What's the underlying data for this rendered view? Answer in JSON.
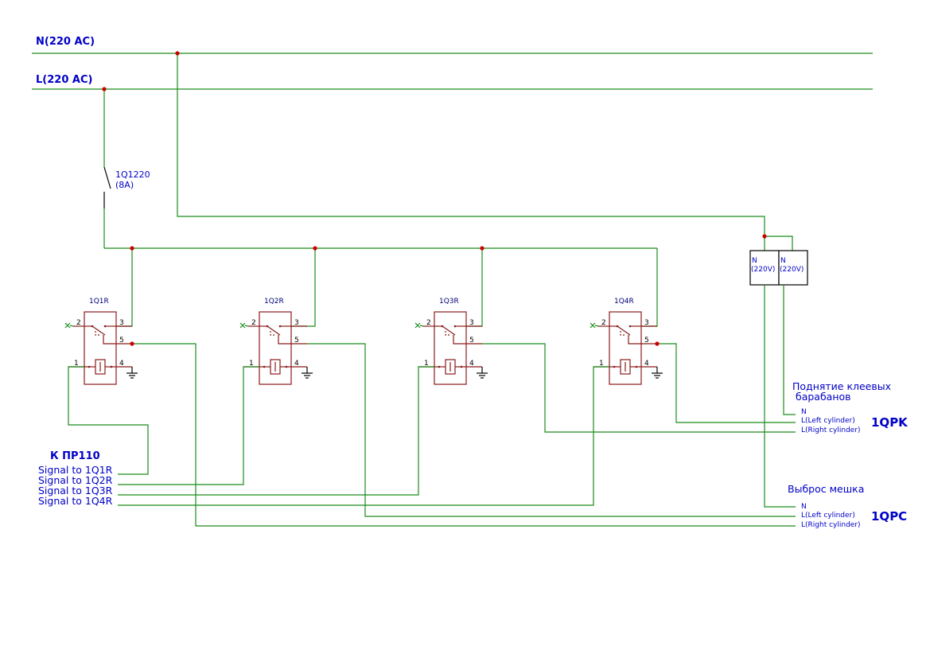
{
  "bus": {
    "neutral_label": "N(220 AC)",
    "line_label": "L(220 AC)"
  },
  "breaker": {
    "name": "1Q1220",
    "rating": "(8A)"
  },
  "relays": [
    {
      "name": "1Q1R",
      "pins": [
        "2",
        "3",
        "5",
        "1",
        "4"
      ]
    },
    {
      "name": "1Q2R",
      "pins": [
        "2",
        "3",
        "5",
        "1",
        "4"
      ]
    },
    {
      "name": "1Q3R",
      "pins": [
        "2",
        "3",
        "5",
        "1",
        "4"
      ]
    },
    {
      "name": "1Q4R",
      "pins": [
        "2",
        "3",
        "5",
        "1",
        "4"
      ]
    }
  ],
  "supply_blocks": [
    {
      "label_top": "N",
      "label_bottom": "(220V)"
    },
    {
      "label_top": "N",
      "label_bottom": "(220V)"
    }
  ],
  "controller": {
    "title": "К ПР110",
    "signals": [
      "Signal to 1Q1R",
      "Signal to 1Q2R",
      "Signal to 1Q3R",
      "Signal to 1Q4R"
    ]
  },
  "loads": [
    {
      "name": "1QPK",
      "description_line1": "Поднятие клеевых",
      "description_line2": "барабанов",
      "terminals": [
        "N",
        "L(Left cylinder)",
        "L(Right cylinder)"
      ]
    },
    {
      "name": "1QPC",
      "description_line1": "Выброс мешка",
      "description_line2": "",
      "terminals": [
        "N",
        "L(Left cylinder)",
        "L(Right cylinder)"
      ]
    }
  ],
  "colors": {
    "wire": "#1a8c1a",
    "device": "#8b1a1a",
    "text": "#0000c8",
    "junction": "#cc0000"
  }
}
